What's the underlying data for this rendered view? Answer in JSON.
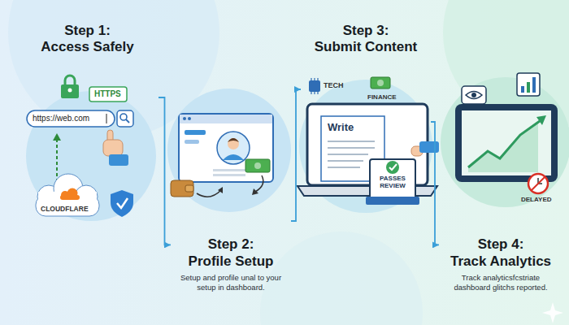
{
  "diagram": {
    "nodes": [
      {
        "text": [
          "Step 1: Access Safely"
        ]
      },
      {
        "text": [
          "Step 2: Profile Setup",
          "Setup and profile unal to your setup in dashboard."
        ]
      },
      {
        "text": [
          "Step 3: Submit Content"
        ]
      },
      {
        "text": [
          "Step 4: Track Analytics",
          "Track analyticsfcstriate dashboard glitchs reported."
        ]
      }
    ],
    "edges": [
      {
        "from": 0,
        "to": 1,
        "arrow": "to"
      },
      {
        "from": 1,
        "to": 2,
        "arrow": "to"
      },
      {
        "from": 2,
        "to": 3,
        "arrow": "to"
      }
    ],
    "labels": [
      "https://web.com",
      "HTTPS",
      "CLOUDFLARE",
      "TECH",
      "FINANCE",
      "Write",
      "PASSES REVIEW",
      "DELAYED"
    ]
  }
}
